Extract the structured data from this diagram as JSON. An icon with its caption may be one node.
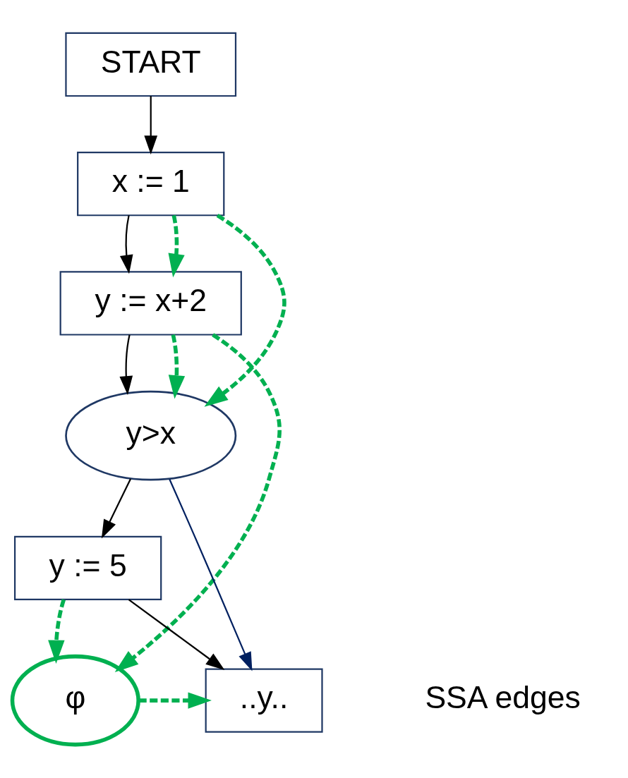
{
  "diagram": {
    "nodes": [
      {
        "text": [
          "START"
        ]
      },
      {
        "text": [
          "x := 1"
        ]
      },
      {
        "text": [
          "y := x+2"
        ]
      },
      {
        "text": [
          "y>x"
        ]
      },
      {
        "text": [
          "y := 5"
        ]
      },
      {
        "text": [
          "φ"
        ]
      },
      {
        "text": [
          "..y.."
        ]
      }
    ],
    "edges": [
      {
        "from": 0,
        "to": 1,
        "arrow": "to",
        "color": "#000000"
      },
      {
        "from": 1,
        "to": 2,
        "arrow": "to",
        "color": "#000000"
      },
      {
        "from": 2,
        "to": 3,
        "arrow": "to",
        "color": "#000000"
      },
      {
        "from": 3,
        "to": 4,
        "arrow": "to",
        "color": "#000000"
      },
      {
        "from": 3,
        "to": 6,
        "arrow": "to",
        "color": "#002060"
      },
      {
        "from": 4,
        "to": 6,
        "arrow": "to",
        "color": "#000000"
      },
      {
        "from": 1,
        "to": 2,
        "arrow": "to",
        "style": "dashed",
        "color": "#00b050"
      },
      {
        "from": 1,
        "to": 3,
        "arrow": "to",
        "style": "dashed",
        "color": "#00b050"
      },
      {
        "from": 2,
        "to": 3,
        "arrow": "to",
        "style": "dashed",
        "color": "#00b050"
      },
      {
        "from": 2,
        "to": 5,
        "arrow": "to",
        "style": "dashed",
        "color": "#00b050"
      },
      {
        "from": 4,
        "to": 5,
        "arrow": "to",
        "style": "dashed",
        "color": "#00b050"
      },
      {
        "from": 5,
        "to": 6,
        "arrow": "to",
        "style": "dashed",
        "color": "#00b050"
      }
    ],
    "legend": [
      {
        "text": "SSA edges"
      }
    ]
  }
}
